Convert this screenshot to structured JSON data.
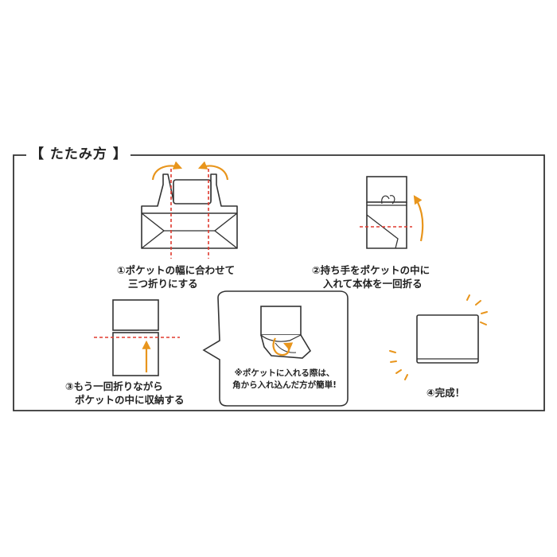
{
  "title": "【 たたみ方 】",
  "accent_color": "#E8951C",
  "guide_color": "#E03A2F",
  "steps": [
    {
      "line1": "①ポケットの幅に合わせて",
      "line2": "三つ折りにする"
    },
    {
      "line1": "②持ち手をポケットの中に",
      "line2": "入れて本体を一回折る"
    },
    {
      "line1": "③もう一回折りながら",
      "line2": "ポケットの中に収納する"
    },
    {
      "line1": "④完成！"
    }
  ],
  "note": {
    "line1": "※ポケットに入れる際は、",
    "line2": "角から入れ込んだ方が簡単!"
  }
}
